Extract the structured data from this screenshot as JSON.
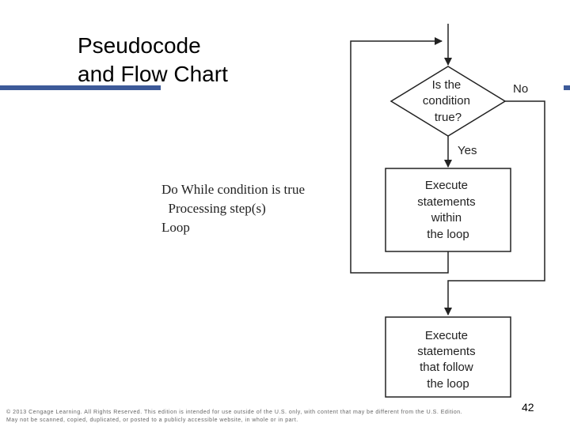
{
  "slide": {
    "title": "Pseudocode\nand Flow Chart",
    "accent_color": "#3d5a99",
    "page_number": "42"
  },
  "pseudocode": {
    "lines": [
      "Do While condition is true",
      "  Processing step(s)",
      "Loop"
    ]
  },
  "flowchart": {
    "decision": [
      "Is the",
      "condition",
      "true?"
    ],
    "no_label": "No",
    "yes_label": "Yes",
    "loop_body": [
      "Execute",
      "statements",
      "within",
      "the loop"
    ],
    "after_loop": [
      "Execute",
      "statements",
      "that follow",
      "the loop"
    ]
  },
  "footer": {
    "line1": "© 2013 Cengage Learning. All Rights Reserved. This edition is intended for use outside of the U.S. only, with content that may be different from the U.S. Edition.",
    "line2": "May not be scanned, copied, duplicated, or posted to a publicly accessible website, in whole or in part."
  }
}
